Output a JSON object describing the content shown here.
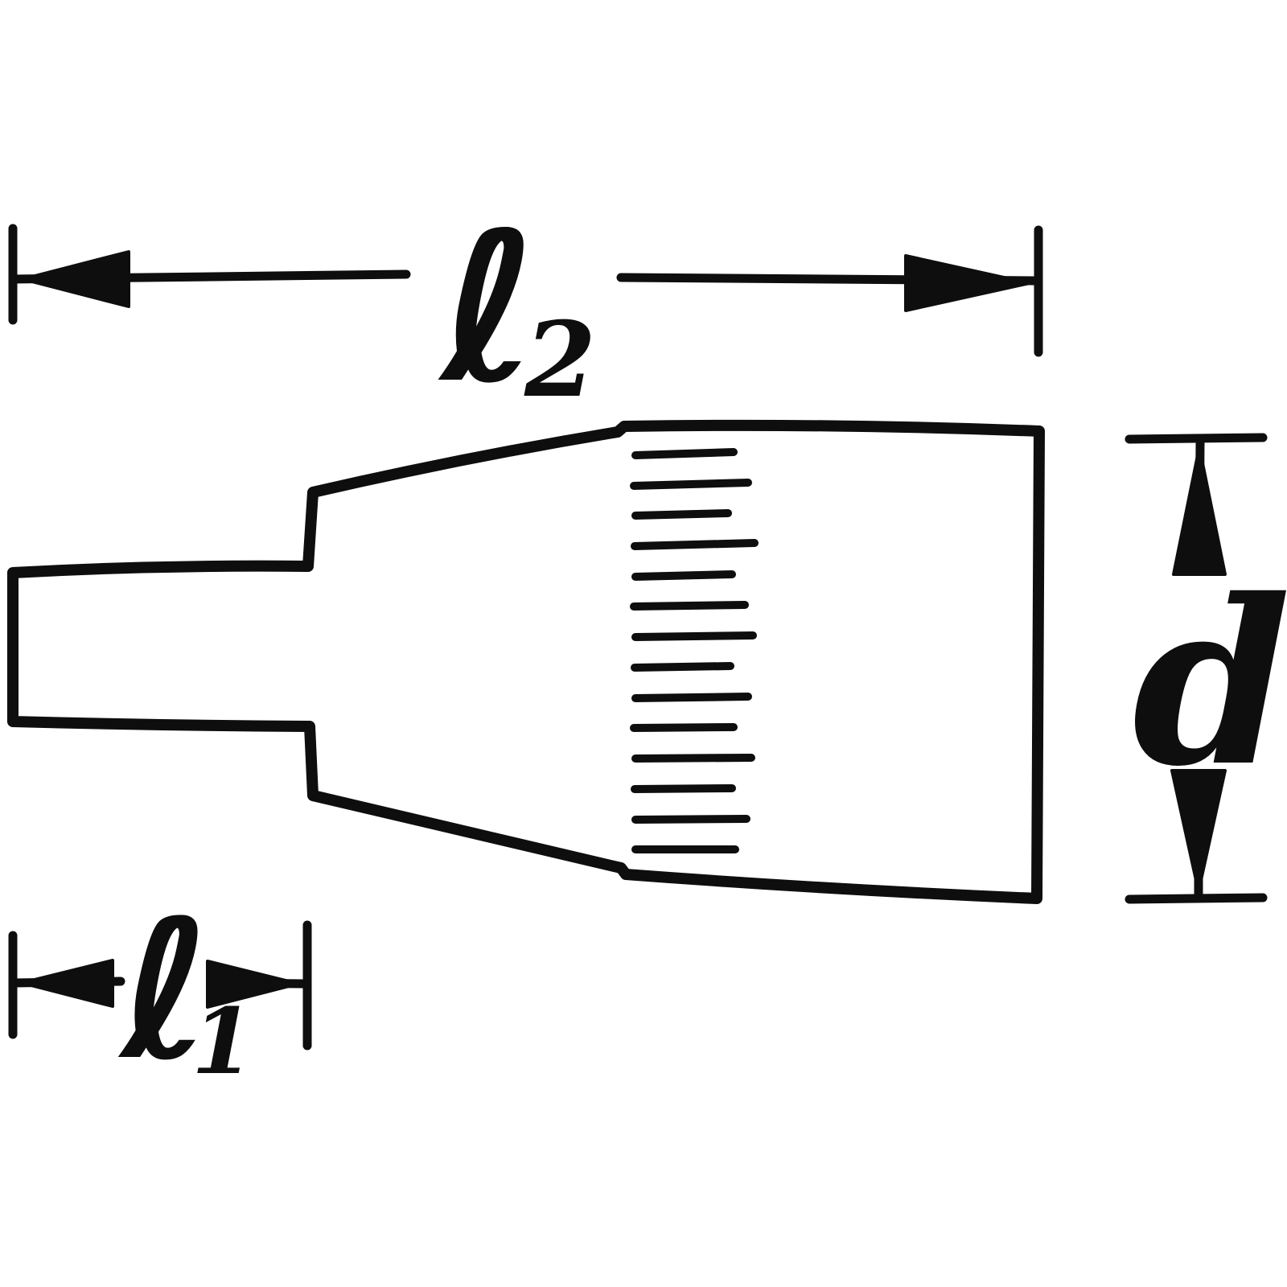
{
  "diagram": {
    "type": "technical-dimension-drawing",
    "subject": "screwdriver-bit-socket-side-view",
    "background": "#ffffff",
    "line_color": "#0e0e0e",
    "labels": {
      "l2": {
        "glyph": "ℓ",
        "subscript": "2"
      },
      "l1": {
        "glyph": "ℓ",
        "subscript": "1"
      },
      "d": {
        "glyph": "d"
      }
    }
  }
}
